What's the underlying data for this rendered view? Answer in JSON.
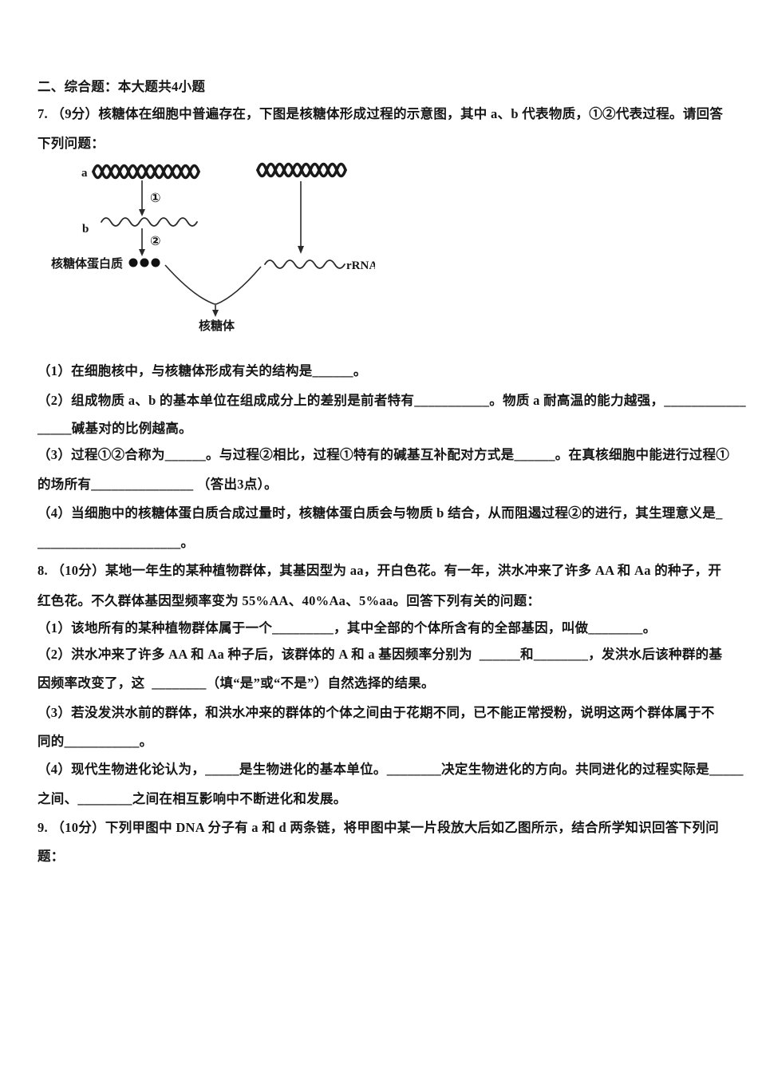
{
  "page": {
    "background": "#ffffff",
    "text_color": "#161616",
    "language": "zh-CN",
    "kind": "scanned exam paper"
  },
  "exam": {
    "lines": [
      "二、综合题：本大题共4小题",
      "7. （9分）核糖体在细胞中普遍存在，下图是核糖体形成过程的示意图，其中 a、b 代表物质，①②代表过程。请回答",
      "下列问题：",
      "（1）在细胞核中，与核糖体形成有关的结构是______。",
      "（2）组成物质 a、b 的基本单位在组成成分上的差别是前者特有___________。物质 a 耐高温的能力越强，____________",
      "_____碱基对的比例越高。",
      "（3）过程①②合称为______。与过程②相比，过程①特有的碱基互补配对方式是______。在真核细胞中能进行过程①",
      "的场所有_______________ （答出3点）。",
      "（4）当细胞中的核糖体蛋白质合成过量时，核糖体蛋白质会与物质 b 结合，从而阻遏过程②的进行，其生理意义是_",
      "_____________________。",
      "8. （10分）某地一年生的某种植物群体，其基因型为 aa，开白色花。有一年，洪水冲来了许多 AA 和 Aa 的种子，开",
      "红色花。不久群体基因型频率变为 55%AA、40%Aa、5%aa。回答下列有关的问题：",
      "（1）该地所有的某种植物群体属于一个_________，其中全部的个体所含有的全部基因，叫做________。",
      "（2）洪水冲来了许多 AA 和 Aa 种子后，该群体的 A 和 a 基因频率分别为  ______和________，发洪水后该种群的基",
      "因频率改变了，这  ________（填“是”或“不是”）自然选择的结果。",
      "（3）若没发洪水前的群体，和洪水冲来的群体的个体之间由于花期不同，已不能正常授粉，说明这两个群体属于不",
      "同的___________。",
      "（4）现代生物进化论认为，_____是生物进化的基本单位。________决定生物进化的方向。共同进化的过程实际是_____",
      "之间、________之间在相互影响中不断进化和发展。",
      "9. （10分）下列甲图中 DNA 分子有 a 和 d 两条链，将甲图中某一片段放大后如乙图所示，结合所学知识回答下列问",
      "题："
    ]
  },
  "diagram": {
    "label_a": "a",
    "label_b": "b",
    "process_1": "①",
    "process_2": "②",
    "ribosomal_protein_label": "核糖体蛋白质",
    "rrna_label": "rRNA",
    "ribosome_label": "核糖体"
  }
}
